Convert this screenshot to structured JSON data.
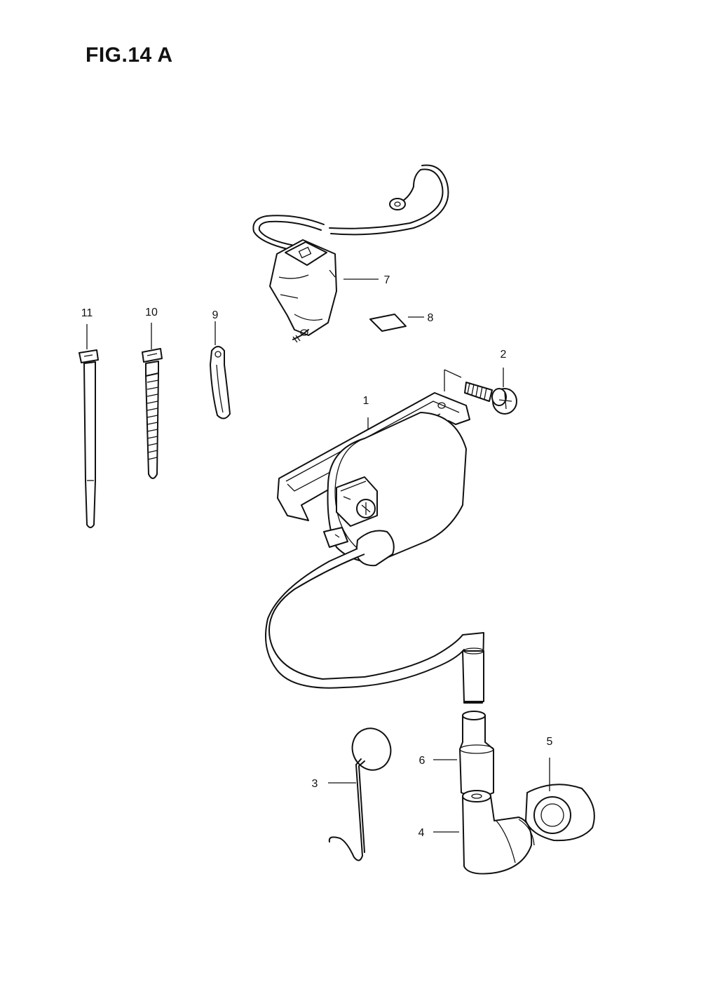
{
  "figure": {
    "title": "FIG.14 A"
  },
  "callouts": [
    {
      "id": "1",
      "label": "1"
    },
    {
      "id": "2",
      "label": "2"
    },
    {
      "id": "3",
      "label": "3"
    },
    {
      "id": "4",
      "label": "4"
    },
    {
      "id": "5",
      "label": "5"
    },
    {
      "id": "6",
      "label": "6"
    },
    {
      "id": "7",
      "label": "7"
    },
    {
      "id": "8",
      "label": "8"
    },
    {
      "id": "9",
      "label": "9"
    },
    {
      "id": "10",
      "label": "10"
    },
    {
      "id": "11",
      "label": "11"
    }
  ]
}
